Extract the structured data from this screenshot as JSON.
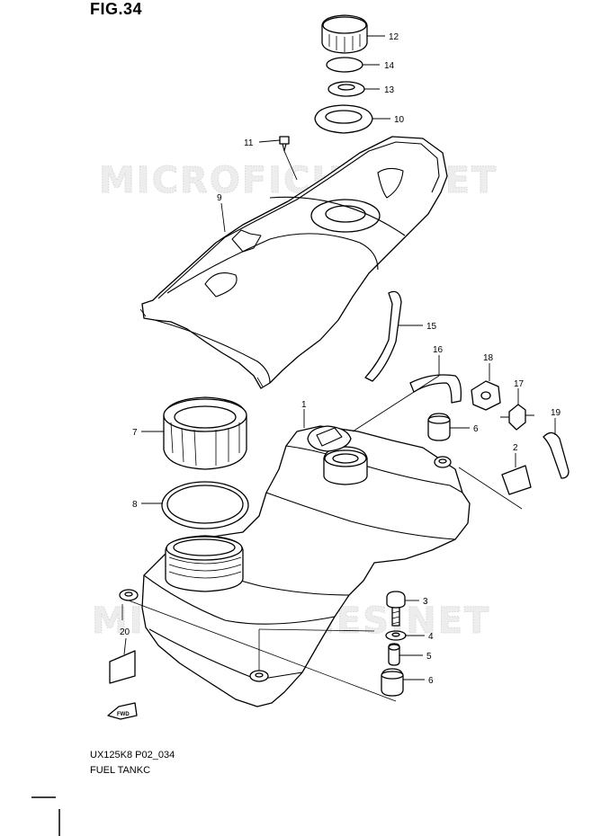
{
  "figure": {
    "title": "FIG.34"
  },
  "model_code": "UX125K8 P02_034",
  "caption": "FUEL TANKC",
  "watermark": "MICROFICHES.NET",
  "fwd_label": "FWD",
  "callouts": [
    {
      "id": "12",
      "label": "12"
    },
    {
      "id": "14",
      "label": "14"
    },
    {
      "id": "13",
      "label": "13"
    },
    {
      "id": "10",
      "label": "10"
    },
    {
      "id": "11",
      "label": "11"
    },
    {
      "id": "9",
      "label": "9"
    },
    {
      "id": "15",
      "label": "15"
    },
    {
      "id": "16",
      "label": "16"
    },
    {
      "id": "18",
      "label": "18"
    },
    {
      "id": "17",
      "label": "17"
    },
    {
      "id": "19",
      "label": "19"
    },
    {
      "id": "1",
      "label": "1"
    },
    {
      "id": "7",
      "label": "7"
    },
    {
      "id": "6a",
      "label": "6"
    },
    {
      "id": "2",
      "label": "2"
    },
    {
      "id": "8",
      "label": "8"
    },
    {
      "id": "3",
      "label": "3"
    },
    {
      "id": "20",
      "label": "20"
    },
    {
      "id": "4",
      "label": "4"
    },
    {
      "id": "5",
      "label": "5"
    },
    {
      "id": "6b",
      "label": "6"
    }
  ]
}
